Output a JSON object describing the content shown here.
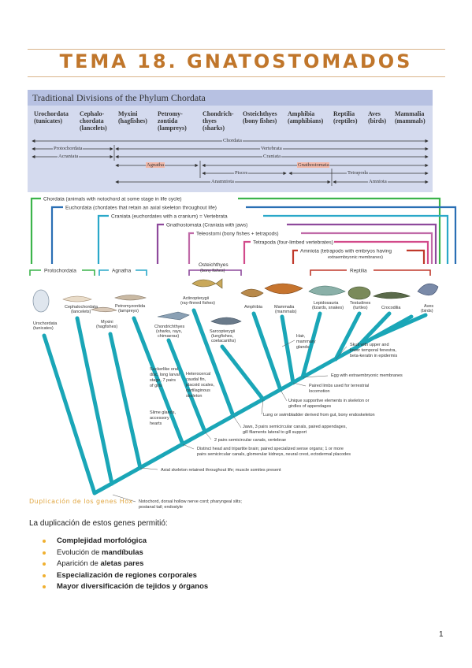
{
  "page": {
    "title": "TEMA 18. GNATOSTOMADOS",
    "page_number": "1"
  },
  "figure": {
    "table_title": "Traditional Divisions of the Phylum Chordata",
    "columns": [
      "Urochordata (tunicates)",
      "Cephalo- chordata (lancelets)",
      "Myxini (hagfishes)",
      "Petromy- zontida (lampreys)",
      "Chondrich- thyes (sharks)",
      "Osteichthyes (bony fishes)",
      "Amphibia (amphibians)",
      "Reptilia (reptiles)",
      "Aves (birds)",
      "Mammalia (mammals)"
    ],
    "groups": {
      "chordata": "Chordata",
      "vertebrata": "Vertebrata",
      "craniata": "Craniata",
      "protochordata": "Protochordata",
      "acraniata": "Acraniata",
      "agnatha": "Agnatha",
      "gnathostomata": "Gnathostomata",
      "pisces": "Pisces",
      "tetrapoda": "Tetrapoda",
      "anamniota": "Anamniota",
      "amniota": "Amniota"
    },
    "brackets": {
      "chordata": "Chordata (animals with notochord at some stage in life cycle)",
      "euchordata": "Euchordata (chordates that retain an axial skeleton throughout life)",
      "craniata": "Craniata (euchordates with a cranium) = Vertebrata",
      "gnathostomata": "Gnathostomata (Craniata with jaws)",
      "teleostomi": "Teleostomi (bony fishes + tetrapods)",
      "tetrapoda": "Tetrapoda (four-limbed vertebrates)",
      "amniota": "Amniota (tetrapods with embryos having",
      "amniota2": "extraembryonic membranes)"
    },
    "group_labels": {
      "protochordata": "Protochordata",
      "agnatha": "Agnatha",
      "osteichthyes": "Osteichthyes",
      "osteichthyes2": "(bony fishes)",
      "reptilia": "Reptilia"
    },
    "taxa": {
      "urochordata": "Urochordata",
      "urochordata2": "(tunicates)",
      "cephalochordata": "Cephalochordata",
      "cephalochordata2": "(lancelets)",
      "myxini": "Myxini",
      "myxini2": "(hagfishes)",
      "petromyzontida": "Petromyzontida",
      "petromyzontida2": "(lampreys)",
      "chondrichthyes": "Chondrichthyes",
      "chondrichthyes2": "(sharks, rays,",
      "chondrichthyes3": "chimaeras)",
      "actinopterygii": "Actinopterygii",
      "actinopterygii2": "(ray-finned fishes)",
      "sarcopterygii": "Sarcopterygii",
      "sarcopterygii2": "(lungfishes,",
      "sarcopterygii3": "coelacanths)",
      "amphibia": "Amphibia",
      "mammalia": "Mammalia",
      "mammalia2": "(mammals)",
      "lepidosauria": "Lepidosauria",
      "lepidosauria2": "(lizards, snakes)",
      "testudines": "Testudines",
      "testudines2": "(turtles)",
      "crocodilia": "Crocodilia",
      "aves": "Aves",
      "aves2": "(birds)"
    },
    "characters": {
      "c1a": "Notochord, dorsal hollow nerve cord; pharyngeal slits;",
      "c1b": "postanal tail; endostyle",
      "c2": "Axial skeleton retained throughout life; muscle somites present",
      "c3a": "Distinct head and tripartite brain; paired specialized sense organs; 1 or more",
      "c3b": "pairs semicircular canals, glomerular kidneys, neural crest, ectodermal placodes",
      "c4": "2 pairs semicircular canals, vertebrae",
      "c5a": "Jaws, 3 pairs semicircular canals, paired appendages,",
      "c5b": "gill filaments lateral to gill support",
      "c6": "Lung or swimbladder derived from gut, bony endoskeleton",
      "c7a": "Unique supportive elements in skeleton or",
      "c7b": "girdles of appendages",
      "c8a": "Paired limbs used for terrestrial",
      "c8b": "locomotion",
      "c9": "Egg with extraembryonic membranes",
      "c10a": "Skull with upper and",
      "c10b": "lower temporal fenestra,",
      "c10c": "beta-keratin in epidermis",
      "c11a": "Hair,",
      "c11b": "mammary",
      "c11c": "glands",
      "c12a": "Slime glands,",
      "c12b": "accessory",
      "c12c": "hearts",
      "c13a": "Suckerlike oral",
      "c13b": "disc, long larval",
      "c13c": "stage, 7 pairs",
      "c13d": "of gills",
      "c14a": "Heterocercal",
      "c14b": "caudal fin,",
      "c14c": "placoid scales,",
      "c14d": "cartilaginous",
      "c14e": "skeleton"
    }
  },
  "section": {
    "subtitle": "Duplicación de los genes Hox",
    "intro": "La duplicación de estos genes permitió:",
    "items": [
      {
        "pre": "",
        "bold": "Complejidad morfológica",
        "post": ""
      },
      {
        "pre": "Evolución de ",
        "bold": "mandíbulas",
        "post": ""
      },
      {
        "pre": "Aparición de ",
        "bold": "aletas pares",
        "post": ""
      },
      {
        "pre": "",
        "bold": "Especialización de regiones corporales",
        "post": ""
      },
      {
        "pre": "",
        "bold": "Mayor diversificación de tejidos y órganos",
        "post": ""
      }
    ]
  },
  "colors": {
    "title": "#c0762b",
    "accent": "#e0a640",
    "bullet": "#f0b030",
    "tree": "#1aa6b7"
  }
}
